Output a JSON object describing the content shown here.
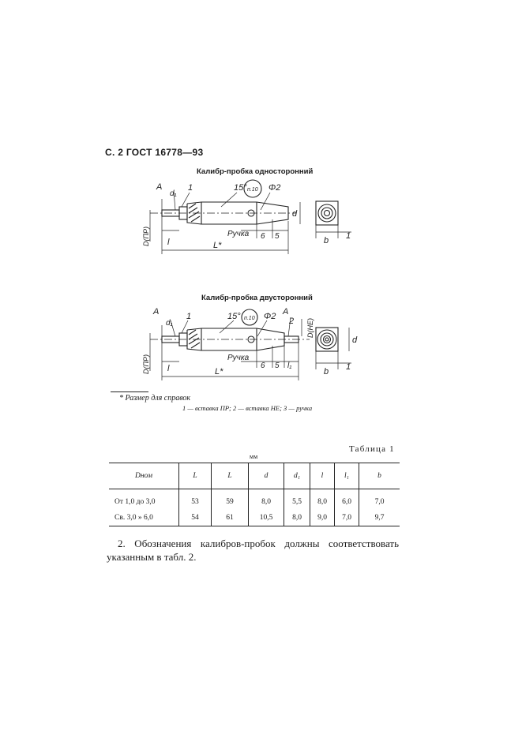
{
  "header": "С. 2 ГОСТ 16778—93",
  "figure1": {
    "caption": "Калибр-пробка односторонний",
    "labels": {
      "A": "A",
      "d1": "d₁",
      "one": "1",
      "angle": "15°",
      "ref": "п.10",
      "phi": "Φ2",
      "d": "d",
      "dpr": "D(ПР)",
      "l": "l",
      "ruchka": "Ручка",
      "six": "6",
      "five": "5",
      "L": "L*",
      "b": "b",
      "one_side": "1"
    }
  },
  "figure2": {
    "caption": "Калибр-пробка двусторонний",
    "labels": {
      "A1": "A",
      "d1": "d₁",
      "one": "1",
      "angle": "15°",
      "ref": "п.10",
      "phi": "Φ2",
      "A2": "A",
      "two": "2",
      "dne": "D(НЕ)",
      "d": "d",
      "dpr": "D(ПР)",
      "l": "l",
      "ruchka": "Ручка",
      "six": "6",
      "five": "5",
      "l1": "l₁",
      "L": "L*",
      "b": "b",
      "one_side": "1"
    }
  },
  "footnote": "* Размер для справок",
  "legend": "1 — вставка ПР; 2 — вставка НЕ; 3 — ручка",
  "table": {
    "caption": "Таблица 1",
    "units": "мм",
    "headers": [
      "Dном",
      "L",
      "L",
      "d",
      "d₁",
      "l",
      "l₁",
      "b"
    ],
    "rows": [
      [
        "От  1,0  до 3,0",
        "53",
        "59",
        "8,0",
        "5,5",
        "8,0",
        "6,0",
        "7,0"
      ],
      [
        "Св.  3,0  »  6,0",
        "54",
        "61",
        "10,5",
        "8,0",
        "9,0",
        "7,0",
        "9,7"
      ]
    ]
  },
  "paragraph": "2. Обозначения калибров-пробок должны соответствовать указанным в табл. 2."
}
